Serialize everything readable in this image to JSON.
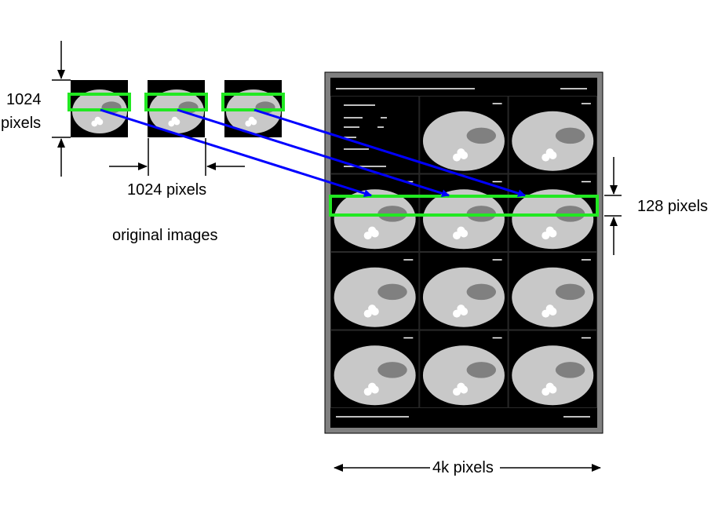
{
  "labels": {
    "height_value": "1024",
    "height_unit": "pixels",
    "width": "1024 pixels",
    "caption": "original images",
    "band_height": "128 pixels",
    "mosaic_width": "4k pixels"
  },
  "colors": {
    "highlight": "#22e822",
    "arrow": "#0000ff",
    "frame": "#808080",
    "tile": "#000000",
    "phantom": "#c8c8c8",
    "insert": "#808080"
  },
  "original_images": {
    "count": 3
  },
  "mosaic": {
    "rows": 4,
    "cols": 3,
    "empty_tiles": [
      [
        0,
        0
      ]
    ]
  }
}
